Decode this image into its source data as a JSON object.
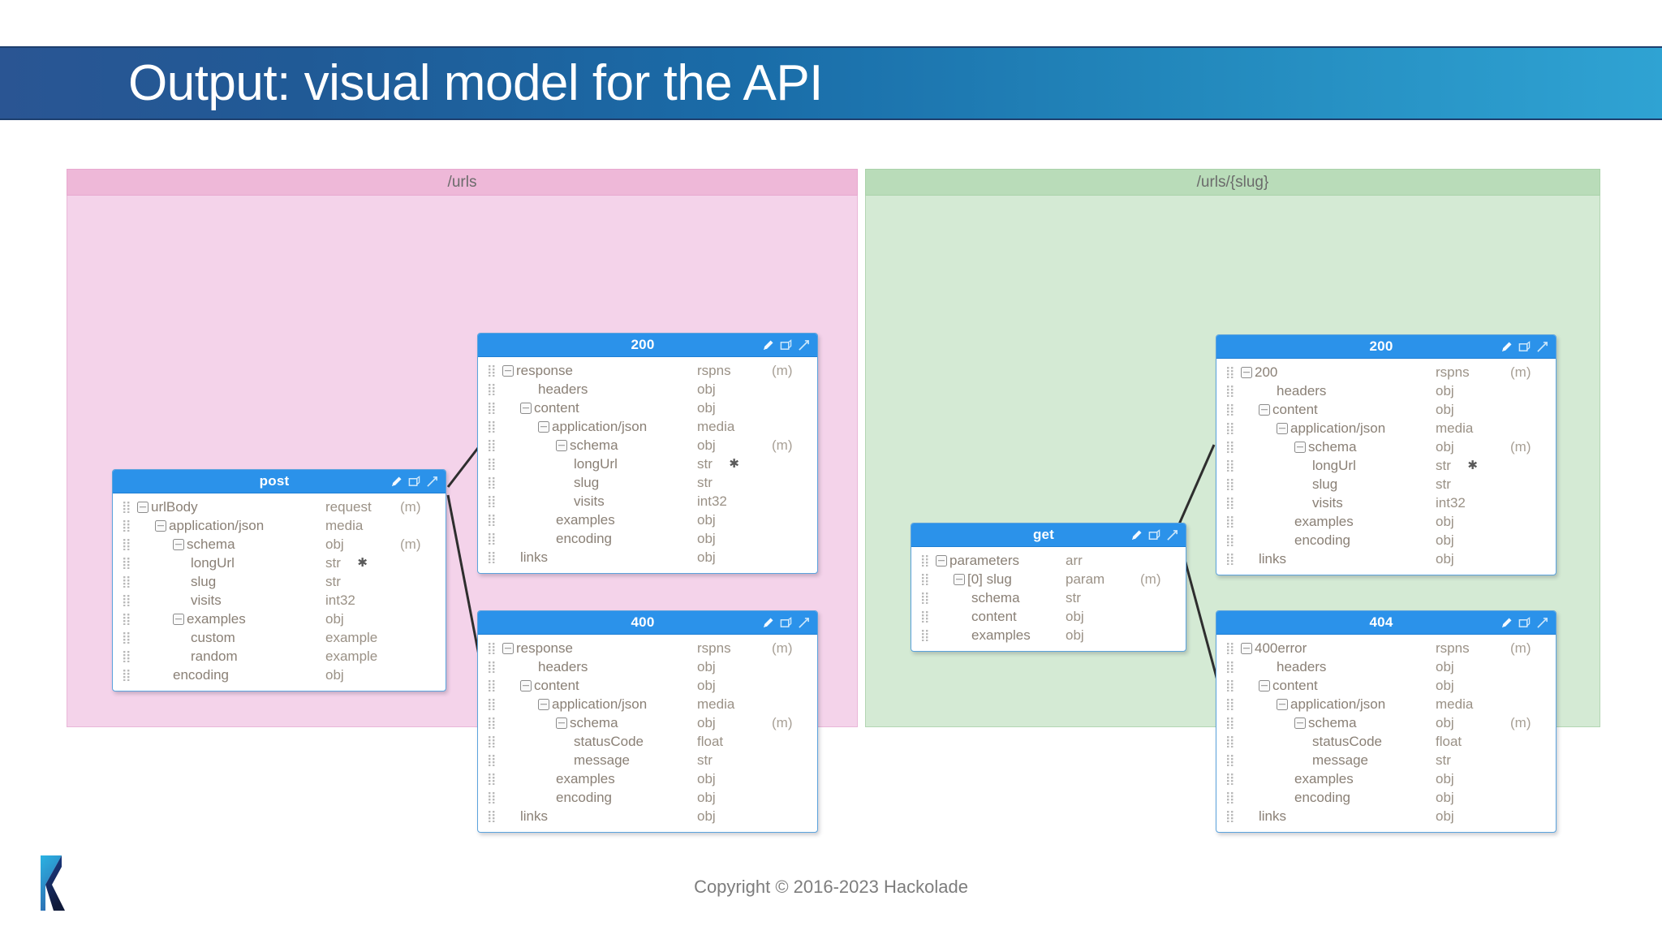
{
  "slide": {
    "title": "Output: visual model for the API",
    "footer": "Copyright © 2016-2023 Hackolade",
    "logo_name": "hackolade-logo"
  },
  "colors": {
    "title_bar_left": "#2a5593",
    "title_bar_right": "#2fa3d3",
    "panel_pink_header": "#eeb8d8",
    "panel_pink_body": "#f4d3ea",
    "panel_green_header": "#b9dcb9",
    "panel_green_body": "#d4ead4",
    "card_header": "#2b92ea",
    "card_border": "#5ba3dd",
    "connector": "#2e2e2e"
  },
  "card_icons": [
    "edit-pencil-icon",
    "detach-window-icon",
    "expand-arrow-icon"
  ],
  "panels": [
    {
      "id": "urls",
      "label": "/urls"
    },
    {
      "id": "slug",
      "label": "/urls/{slug}"
    }
  ],
  "cards": [
    {
      "id": "post",
      "title": "post",
      "panel": "urls",
      "rows": [
        {
          "name": "urlBody",
          "type": "request",
          "req": "(m)",
          "depth": 0,
          "toggle": true,
          "star": false
        },
        {
          "name": "application/json",
          "type": "media",
          "req": "",
          "depth": 1,
          "toggle": true,
          "star": false
        },
        {
          "name": "schema",
          "type": "obj",
          "req": "(m)",
          "depth": 2,
          "toggle": true,
          "star": false
        },
        {
          "name": "longUrl",
          "type": "str",
          "req": "",
          "depth": 3,
          "toggle": false,
          "star": true
        },
        {
          "name": "slug",
          "type": "str",
          "req": "",
          "depth": 3,
          "toggle": false,
          "star": false
        },
        {
          "name": "visits",
          "type": "int32",
          "req": "",
          "depth": 3,
          "toggle": false,
          "star": false
        },
        {
          "name": "examples",
          "type": "obj",
          "req": "",
          "depth": 2,
          "toggle": true,
          "star": false
        },
        {
          "name": "custom",
          "type": "example",
          "req": "",
          "depth": 3,
          "toggle": false,
          "star": false
        },
        {
          "name": "random",
          "type": "example",
          "req": "",
          "depth": 3,
          "toggle": false,
          "star": false
        },
        {
          "name": "encoding",
          "type": "obj",
          "req": "",
          "depth": 2,
          "toggle": false,
          "star": false
        }
      ]
    },
    {
      "id": "urls-200",
      "title": "200",
      "panel": "urls",
      "rows": [
        {
          "name": "response",
          "type": "rspns",
          "req": "(m)",
          "depth": 0,
          "toggle": true,
          "star": false
        },
        {
          "name": "headers",
          "type": "obj",
          "req": "",
          "depth": 2,
          "toggle": false,
          "star": false
        },
        {
          "name": "content",
          "type": "obj",
          "req": "",
          "depth": 1,
          "toggle": true,
          "star": false
        },
        {
          "name": "application/json",
          "type": "media",
          "req": "",
          "depth": 2,
          "toggle": true,
          "star": false
        },
        {
          "name": "schema",
          "type": "obj",
          "req": "(m)",
          "depth": 3,
          "toggle": true,
          "star": false
        },
        {
          "name": "longUrl",
          "type": "str",
          "req": "",
          "depth": 4,
          "toggle": false,
          "star": true
        },
        {
          "name": "slug",
          "type": "str",
          "req": "",
          "depth": 4,
          "toggle": false,
          "star": false
        },
        {
          "name": "visits",
          "type": "int32",
          "req": "",
          "depth": 4,
          "toggle": false,
          "star": false
        },
        {
          "name": "examples",
          "type": "obj",
          "req": "",
          "depth": 3,
          "toggle": false,
          "star": false
        },
        {
          "name": "encoding",
          "type": "obj",
          "req": "",
          "depth": 3,
          "toggle": false,
          "star": false
        },
        {
          "name": "links",
          "type": "obj",
          "req": "",
          "depth": 1,
          "toggle": false,
          "star": false
        }
      ]
    },
    {
      "id": "urls-400",
      "title": "400",
      "panel": "urls",
      "rows": [
        {
          "name": "response",
          "type": "rspns",
          "req": "(m)",
          "depth": 0,
          "toggle": true,
          "star": false
        },
        {
          "name": "headers",
          "type": "obj",
          "req": "",
          "depth": 2,
          "toggle": false,
          "star": false
        },
        {
          "name": "content",
          "type": "obj",
          "req": "",
          "depth": 1,
          "toggle": true,
          "star": false
        },
        {
          "name": "application/json",
          "type": "media",
          "req": "",
          "depth": 2,
          "toggle": true,
          "star": false
        },
        {
          "name": "schema",
          "type": "obj",
          "req": "(m)",
          "depth": 3,
          "toggle": true,
          "star": false
        },
        {
          "name": "statusCode",
          "type": "float",
          "req": "",
          "depth": 4,
          "toggle": false,
          "star": false
        },
        {
          "name": "message",
          "type": "str",
          "req": "",
          "depth": 4,
          "toggle": false,
          "star": false
        },
        {
          "name": "examples",
          "type": "obj",
          "req": "",
          "depth": 3,
          "toggle": false,
          "star": false
        },
        {
          "name": "encoding",
          "type": "obj",
          "req": "",
          "depth": 3,
          "toggle": false,
          "star": false
        },
        {
          "name": "links",
          "type": "obj",
          "req": "",
          "depth": 1,
          "toggle": false,
          "star": false
        }
      ]
    },
    {
      "id": "get",
      "title": "get",
      "panel": "slug",
      "rows": [
        {
          "name": "parameters",
          "type": "arr",
          "req": "",
          "depth": 0,
          "toggle": true,
          "star": false
        },
        {
          "name": "[0] slug",
          "type": "param",
          "req": "(m)",
          "depth": 1,
          "toggle": true,
          "star": false
        },
        {
          "name": "schema",
          "type": "str",
          "req": "",
          "depth": 2,
          "toggle": false,
          "star": false
        },
        {
          "name": "content",
          "type": "obj",
          "req": "",
          "depth": 2,
          "toggle": false,
          "star": false
        },
        {
          "name": "examples",
          "type": "obj",
          "req": "",
          "depth": 2,
          "toggle": false,
          "star": false
        }
      ]
    },
    {
      "id": "slug-200",
      "title": "200",
      "panel": "slug",
      "rows": [
        {
          "name": "200",
          "type": "rspns",
          "req": "(m)",
          "depth": 0,
          "toggle": true,
          "star": false
        },
        {
          "name": "headers",
          "type": "obj",
          "req": "",
          "depth": 2,
          "toggle": false,
          "star": false
        },
        {
          "name": "content",
          "type": "obj",
          "req": "",
          "depth": 1,
          "toggle": true,
          "star": false
        },
        {
          "name": "application/json",
          "type": "media",
          "req": "",
          "depth": 2,
          "toggle": true,
          "star": false
        },
        {
          "name": "schema",
          "type": "obj",
          "req": "(m)",
          "depth": 3,
          "toggle": true,
          "star": false
        },
        {
          "name": "longUrl",
          "type": "str",
          "req": "",
          "depth": 4,
          "toggle": false,
          "star": true
        },
        {
          "name": "slug",
          "type": "str",
          "req": "",
          "depth": 4,
          "toggle": false,
          "star": false
        },
        {
          "name": "visits",
          "type": "int32",
          "req": "",
          "depth": 4,
          "toggle": false,
          "star": false
        },
        {
          "name": "examples",
          "type": "obj",
          "req": "",
          "depth": 3,
          "toggle": false,
          "star": false
        },
        {
          "name": "encoding",
          "type": "obj",
          "req": "",
          "depth": 3,
          "toggle": false,
          "star": false
        },
        {
          "name": "links",
          "type": "obj",
          "req": "",
          "depth": 1,
          "toggle": false,
          "star": false
        }
      ]
    },
    {
      "id": "slug-404",
      "title": "404",
      "panel": "slug",
      "rows": [
        {
          "name": "400error",
          "type": "rspns",
          "req": "(m)",
          "depth": 0,
          "toggle": true,
          "star": false
        },
        {
          "name": "headers",
          "type": "obj",
          "req": "",
          "depth": 2,
          "toggle": false,
          "star": false
        },
        {
          "name": "content",
          "type": "obj",
          "req": "",
          "depth": 1,
          "toggle": true,
          "star": false
        },
        {
          "name": "application/json",
          "type": "media",
          "req": "",
          "depth": 2,
          "toggle": true,
          "star": false
        },
        {
          "name": "schema",
          "type": "obj",
          "req": "(m)",
          "depth": 3,
          "toggle": true,
          "star": false
        },
        {
          "name": "statusCode",
          "type": "float",
          "req": "",
          "depth": 4,
          "toggle": false,
          "star": false
        },
        {
          "name": "message",
          "type": "str",
          "req": "",
          "depth": 4,
          "toggle": false,
          "star": false
        },
        {
          "name": "examples",
          "type": "obj",
          "req": "",
          "depth": 3,
          "toggle": false,
          "star": false
        },
        {
          "name": "encoding",
          "type": "obj",
          "req": "",
          "depth": 3,
          "toggle": false,
          "star": false
        },
        {
          "name": "links",
          "type": "obj",
          "req": "",
          "depth": 1,
          "toggle": false,
          "star": false
        }
      ]
    }
  ]
}
